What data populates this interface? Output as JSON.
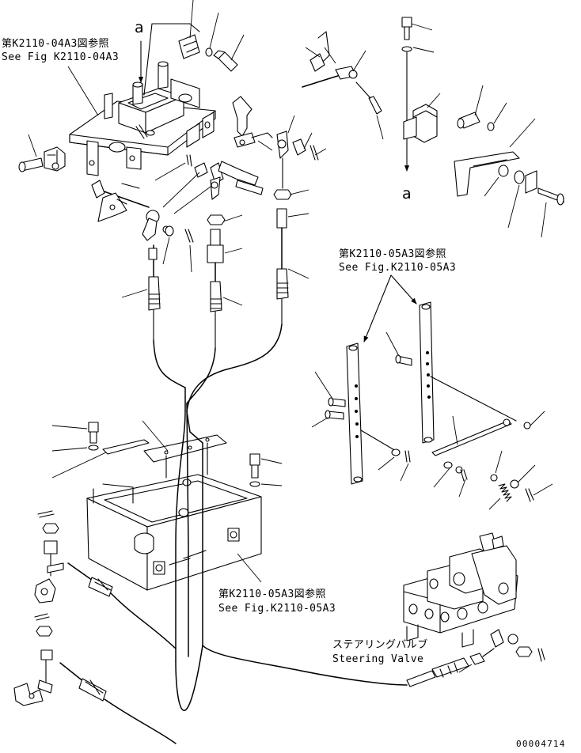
{
  "annotations": {
    "ref_top_left": {
      "jp": "第K2110-04A3図参照",
      "en": "See Fig K2110-04A3"
    },
    "ref_right": {
      "jp": "第K2110-05A3図参照",
      "en": "See Fig.K2110-05A3"
    },
    "ref_bottom": {
      "jp": "第K2110-05A3図参照",
      "en": "See Fig.K2110-05A3"
    },
    "steering_valve": {
      "jp": "ステアリングバルブ",
      "en": "Steering Valve"
    }
  },
  "markers": {
    "top": "a",
    "right": "a"
  },
  "drawing_number": "00004714"
}
